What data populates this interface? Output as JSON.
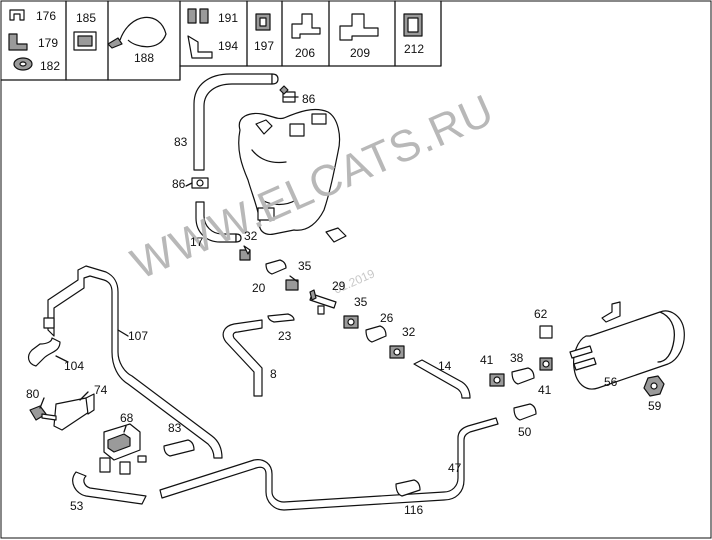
{
  "header_parts": [
    {
      "num": "176"
    },
    {
      "num": "179"
    },
    {
      "num": "182"
    },
    {
      "num": "185"
    },
    {
      "num": "188"
    },
    {
      "num": "191"
    },
    {
      "num": "194"
    },
    {
      "num": "197"
    },
    {
      "num": "206"
    },
    {
      "num": "209"
    },
    {
      "num": "212"
    }
  ],
  "callouts": {
    "c83a": "83",
    "c86a": "86",
    "c86b": "86",
    "c17": "17",
    "c32a": "32",
    "c35a": "35",
    "c20": "20",
    "c29": "29",
    "c35b": "35",
    "c26": "26",
    "c32b": "32",
    "c23": "23",
    "c107": "107",
    "c104": "104",
    "c8": "8",
    "c14": "14",
    "c41a": "41",
    "c38": "38",
    "c41b": "41",
    "c62": "62",
    "c56": "56",
    "c59": "59",
    "c80": "80",
    "c74": "74",
    "c68": "68",
    "c83b": "83",
    "c50": "50",
    "c47": "47",
    "c53": "53",
    "c116": "116"
  },
  "watermark": {
    "text": "WWW.ELCATS.RU",
    "date": "01.2019"
  }
}
